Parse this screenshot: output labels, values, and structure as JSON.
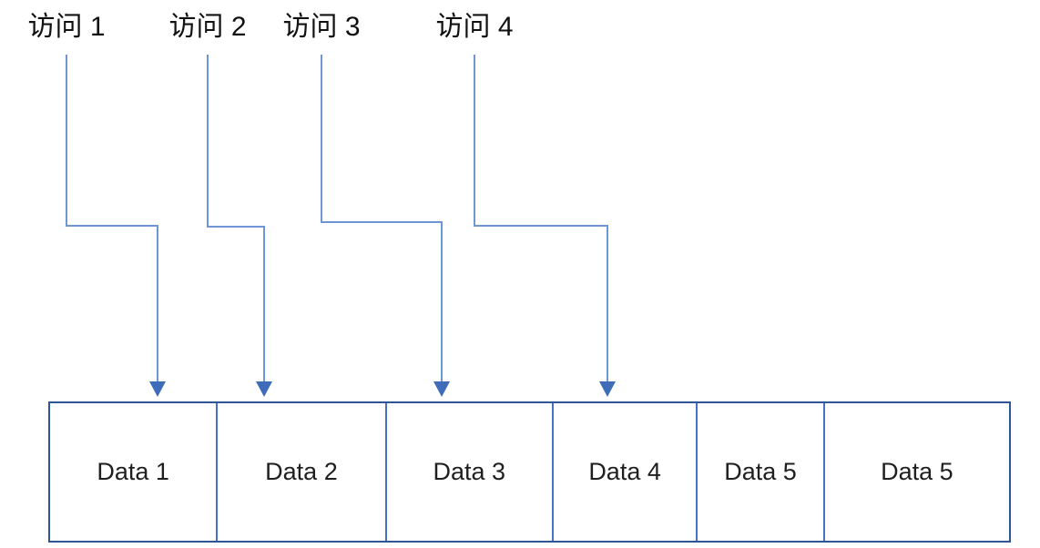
{
  "diagram": {
    "accesses": [
      {
        "label": "访问 1",
        "target": "Data 1"
      },
      {
        "label": "访问 2",
        "target": "Data 2"
      },
      {
        "label": "访问 3",
        "target": "Data 3"
      },
      {
        "label": "访问 4",
        "target": "Data 4"
      }
    ],
    "data_cells": [
      {
        "label": "Data 1"
      },
      {
        "label": "Data 2"
      },
      {
        "label": "Data 3"
      },
      {
        "label": "Data 4"
      },
      {
        "label": "Data 5"
      },
      {
        "label": "Data 5"
      }
    ],
    "colors": {
      "connector_stroke": "#6f96d4",
      "arrowhead_fill": "#3f6cb8",
      "box_border": "#2e5596",
      "cell_divider": "#4472c4",
      "text": "#111111"
    }
  }
}
